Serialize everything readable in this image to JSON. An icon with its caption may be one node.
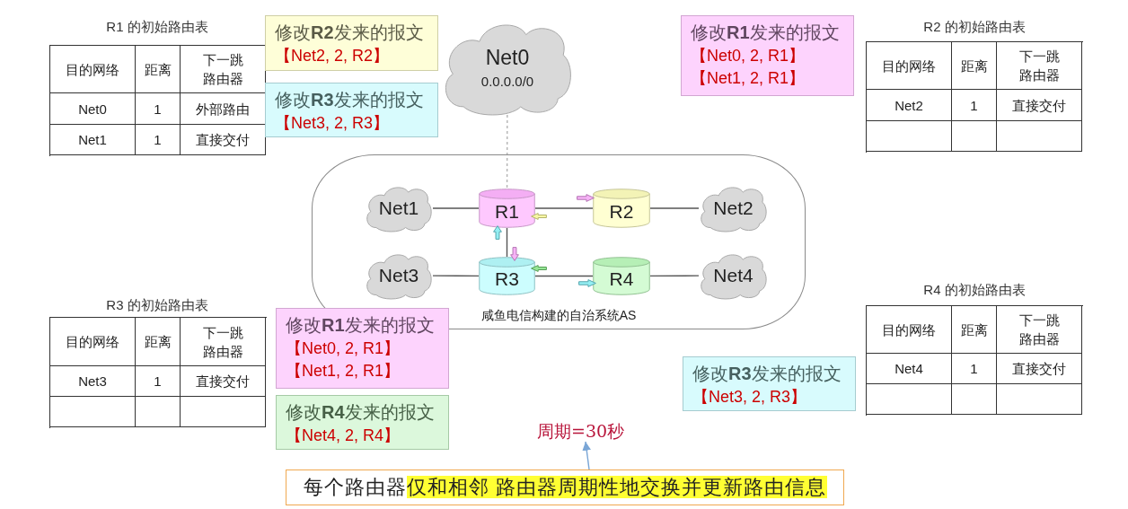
{
  "diagram": {
    "nodes": [
      {
        "text": [
          "修改**R2**发来的报文",
          "【Net2, 2, R2】"
        ]
      },
      {
        "text": [
          "修改**R3**发来的报文",
          "【Net3, 2, R3】"
        ]
      },
      {
        "text": [
          "Net0",
          "0.0.0.0/0"
        ]
      },
      {
        "text": [
          "修改**R1**发来的报文",
          "【Net0, 2, R1】",
          "【Net1, 2, R1】"
        ]
      },
      {
        "text": [
          "咸鱼电信构建的自治系统AS"
        ]
      },
      {
        "text": [
          "Net1"
        ],
        "in": 4
      },
      {
        "text": [
          "R1"
        ],
        "in": 4
      },
      {
        "text": [
          "R2"
        ],
        "in": 4
      },
      {
        "text": [
          "Net2"
        ],
        "in": 4
      },
      {
        "text": [
          "Net3"
        ],
        "in": 4
      },
      {
        "text": [
          "R3"
        ],
        "in": 4
      },
      {
        "text": [
          "R4"
        ],
        "in": 4
      },
      {
        "text": [
          "Net4"
        ],
        "in": 4
      },
      {
        "text": [
          "修改**R1**发来的报文",
          "【Net0, 2, R1】",
          "【Net1, 2, R1】"
        ]
      },
      {
        "text": [
          "修改**R3**发来的报文",
          "【Net3, 2, R3】"
        ]
      },
      {
        "text": [
          "修改**R4**发来的报文",
          "【Net4, 2, R4】"
        ]
      },
      {
        "text": [
          "周期=30秒"
        ]
      },
      {
        "text": [
          "每个路由器**仅和相邻 路由器周期性地交换并更新路由信息**"
        ]
      }
    ],
    "edges": [
      {
        "from": 2,
        "to": 6,
        "arrow": "none",
        "style": "dashed",
        "color": "#b3b3b3"
      },
      {
        "from": 5,
        "to": 6,
        "arrow": "none"
      },
      {
        "from": 6,
        "to": 7,
        "arrow": "none"
      },
      {
        "from": 7,
        "to": 8,
        "arrow": "none"
      },
      {
        "from": 6,
        "to": 10,
        "arrow": "none"
      },
      {
        "from": 9,
        "to": 10,
        "arrow": "none"
      },
      {
        "from": 10,
        "to": 11,
        "arrow": "none"
      },
      {
        "from": 11,
        "to": 12,
        "arrow": "none"
      },
      {
        "from": 17,
        "to": 16,
        "arrow": "to",
        "color": "#7aa6d6"
      }
    ],
    "labels": [
      "R1 的初始路由表",
      "目的网络",
      "距离",
      "下一跳路由器",
      "Net0",
      "1",
      "外部路由",
      "Net1",
      "1",
      "直接交付",
      "R2 的初始路由表",
      "目的网络",
      "距离",
      "下一跳路由器",
      "Net2",
      "1",
      "直接交付",
      "R3 的初始路由表",
      "目的网络",
      "距离",
      "下一跳路由器",
      "Net3",
      "1",
      "直接交付",
      "R4 的初始路由表",
      "目的网络",
      "距离",
      "下一跳路由器",
      "Net4",
      "1",
      "直接交付"
    ]
  }
}
